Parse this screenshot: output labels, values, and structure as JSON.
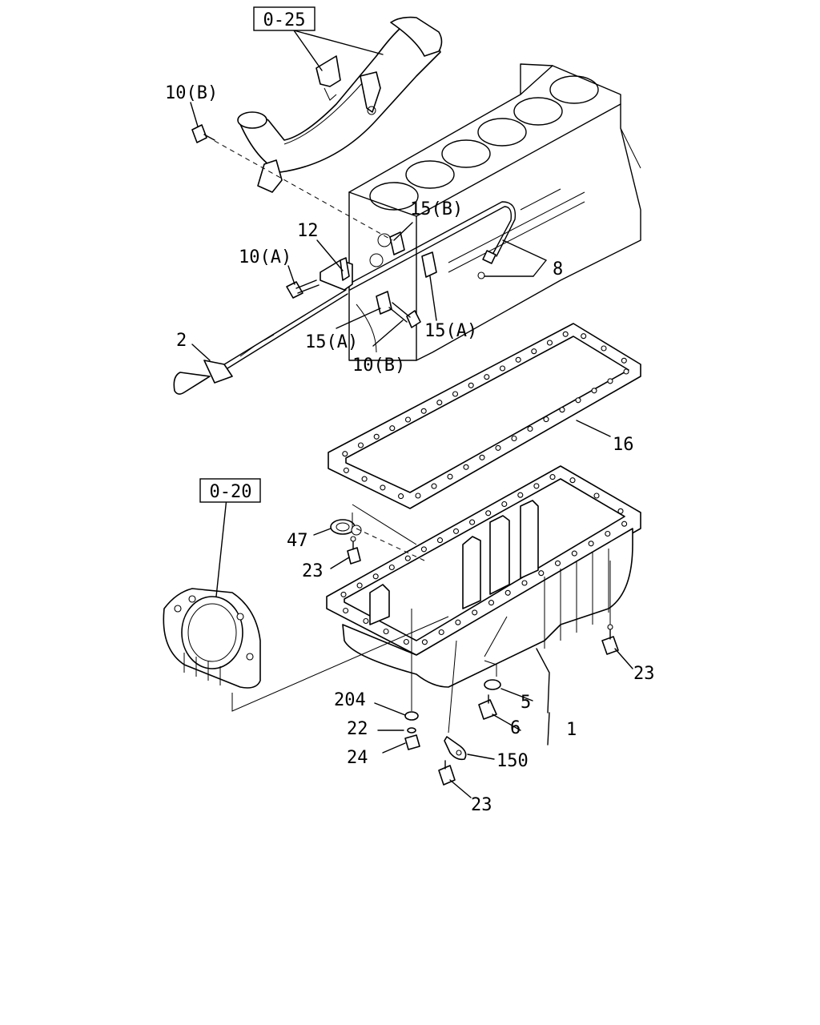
{
  "references": {
    "ref_0_25": "0-25",
    "ref_0_20": "0-20"
  },
  "callouts": {
    "c_10b_top": "10(B)",
    "c_15b": "15(B)",
    "c_12": "12",
    "c_10a": "10(A)",
    "c_8": "8",
    "c_2": "2",
    "c_15a_left": "15(A)",
    "c_15a_right": "15(A)",
    "c_10b_mid": "10(B)",
    "c_16": "16",
    "c_47": "47",
    "c_23_left": "23",
    "c_23_right": "23",
    "c_5": "5",
    "c_1": "1",
    "c_6": "6",
    "c_204": "204",
    "c_22": "22",
    "c_24": "24",
    "c_150": "150",
    "c_23_bottom": "23"
  }
}
